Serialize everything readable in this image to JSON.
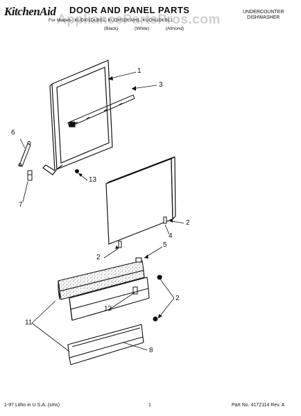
{
  "header": {
    "brand": "KitchenAid",
    "title": "DOOR AND PANEL PARTS",
    "models_line": "For Models: KUDI01DLBS1, KUDI01DLWH1, KUDI01DLBL1",
    "colors": [
      "(Black)",
      "(White)",
      "(Almond)"
    ],
    "category_line1": "UNDERCOUNTER",
    "category_line2": "DISHWASHER"
  },
  "watermark": "AppliancePartsPros.com",
  "callouts": [
    {
      "id": "1",
      "label": "1"
    },
    {
      "id": "3",
      "label": "3"
    },
    {
      "id": "6",
      "label": "6"
    },
    {
      "id": "7",
      "label": "7"
    },
    {
      "id": "13",
      "label": "13"
    },
    {
      "id": "2a",
      "label": "2"
    },
    {
      "id": "4",
      "label": "4"
    },
    {
      "id": "2b",
      "label": "2"
    },
    {
      "id": "5",
      "label": "5"
    },
    {
      "id": "2c",
      "label": "2"
    },
    {
      "id": "12",
      "label": "12"
    },
    {
      "id": "11",
      "label": "11"
    },
    {
      "id": "8",
      "label": "8"
    }
  ],
  "footer": {
    "left": "1-97 Litho in U.S.A. (sms)",
    "page": "1",
    "part": "Part No. 4172114 Rev. A"
  },
  "colors": {
    "ink": "#111111",
    "hatch": "#777777",
    "watermark": "#969696"
  }
}
